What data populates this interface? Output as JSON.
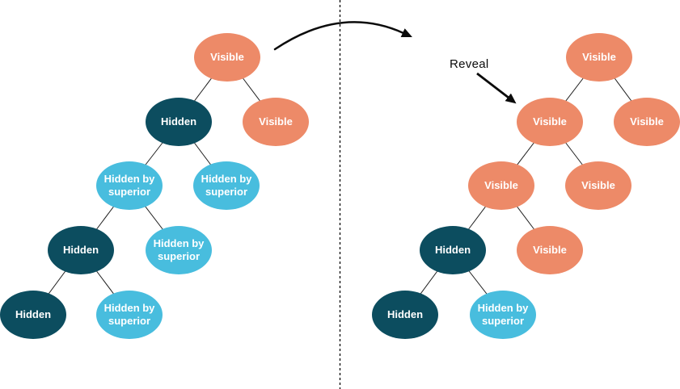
{
  "palette": {
    "visible_fill": "#ED8A68",
    "hidden_fill": "#0C4D5F",
    "hidden_by_superior_fill": "#48BDDE",
    "node_text": "#FFFFFF",
    "edge_color": "#1F1F1F",
    "annotation_color": "#0B0B0B"
  },
  "annotations": {
    "reveal_label": "Reveal"
  },
  "left_tree": {
    "side": "before",
    "nodes": [
      {
        "label": "Visible",
        "state": "visible"
      },
      {
        "label": "Hidden",
        "state": "hidden"
      },
      {
        "label": "Visible",
        "state": "visible"
      },
      {
        "label": "Hidden by superior",
        "state": "hidden_by_superior"
      },
      {
        "label": "Hidden by superior",
        "state": "hidden_by_superior"
      },
      {
        "label": "Hidden",
        "state": "hidden"
      },
      {
        "label": "Hidden by superior",
        "state": "hidden_by_superior"
      },
      {
        "label": "Hidden",
        "state": "hidden"
      },
      {
        "label": "Hidden by superior",
        "state": "hidden_by_superior"
      }
    ]
  },
  "right_tree": {
    "side": "after",
    "nodes": [
      {
        "label": "Visible",
        "state": "visible"
      },
      {
        "label": "Visible",
        "state": "visible"
      },
      {
        "label": "Visible",
        "state": "visible"
      },
      {
        "label": "Visible",
        "state": "visible"
      },
      {
        "label": "Visible",
        "state": "visible"
      },
      {
        "label": "Hidden",
        "state": "hidden"
      },
      {
        "label": "Visible",
        "state": "visible"
      },
      {
        "label": "Hidden",
        "state": "hidden"
      },
      {
        "label": "Hidden by superior",
        "state": "hidden_by_superior"
      }
    ]
  }
}
